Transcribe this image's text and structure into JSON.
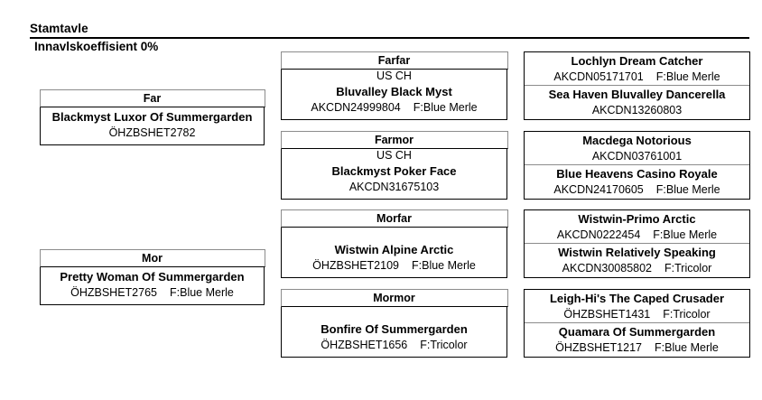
{
  "header": {
    "title": "Stamtavle",
    "subtitle": "Innavlskoeffisient 0%"
  },
  "pedigree": {
    "parents": [
      {
        "role": "Far",
        "title": "",
        "name": "Blackmyst Luxor Of Summergarden",
        "reg": "ÖHZBSHET2782",
        "color": ""
      },
      {
        "role": "Mor",
        "title": "",
        "name": "Pretty Woman Of Summergarden",
        "reg": "ÖHZBSHET2765",
        "color": "F:Blue Merle"
      }
    ],
    "grandparents": [
      {
        "role": "Farfar",
        "title": "US CH",
        "name": "Bluvalley Black Myst",
        "reg": "AKCDN24999804",
        "color": "F:Blue Merle"
      },
      {
        "role": "Farmor",
        "title": "US CH",
        "name": "Blackmyst Poker Face",
        "reg": "AKCDN31675103",
        "color": ""
      },
      {
        "role": "Morfar",
        "title": "",
        "name": "Wistwin Alpine Arctic",
        "reg": "ÖHZBSHET2109",
        "color": "F:Blue Merle"
      },
      {
        "role": "Mormor",
        "title": "",
        "name": "Bonfire Of Summergarden",
        "reg": "ÖHZBSHET1656",
        "color": "F:Tricolor"
      }
    ],
    "greatgrandparents": [
      {
        "name": "Lochlyn Dream Catcher",
        "reg": "AKCDN05171701",
        "color": "F:Blue Merle"
      },
      {
        "name": "Sea Haven Bluvalley Dancerella",
        "reg": "AKCDN13260803",
        "color": ""
      },
      {
        "name": "Macdega Notorious",
        "reg": "AKCDN03761001",
        "color": ""
      },
      {
        "name": "Blue Heavens Casino Royale",
        "reg": "AKCDN24170605",
        "color": "F:Blue Merle"
      },
      {
        "name": "Wistwin-Primo Arctic",
        "reg": "AKCDN0222454",
        "color": "F:Blue Merle"
      },
      {
        "name": "Wistwin Relatively Speaking",
        "reg": "AKCDN30085802",
        "color": "F:Tricolor"
      },
      {
        "name": "Leigh-Hi's The Caped Crusader",
        "reg": "ÖHZBSHET1431",
        "color": "F:Tricolor"
      },
      {
        "name": "Quamara Of Summergarden",
        "reg": "ÖHZBSHET1217",
        "color": "F:Blue Merle"
      }
    ]
  }
}
